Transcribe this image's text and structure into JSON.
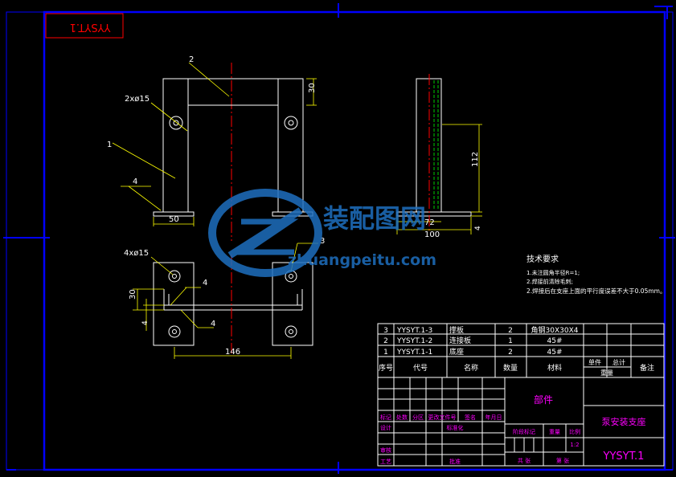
{
  "colors": {
    "background": "#000000",
    "border": "#0000ff",
    "outline": "#ffffff",
    "dimension": "#ffff00",
    "center_line": "#ff0000",
    "hidden_line": "#00ff00",
    "table_text": "#ff00ff",
    "watermark": "#1e6fbf"
  },
  "corner_tag": "YYSYT.1",
  "watermark": {
    "brand": "装配图网",
    "url": "zhuangpeitu.com"
  },
  "front_view": {
    "callouts": [
      "2",
      "2xø15",
      "1",
      "4"
    ],
    "dims": {
      "height": "30",
      "width": "50"
    }
  },
  "side_view": {
    "dims": {
      "height": "112",
      "flange": "72",
      "base": "100",
      "thick": "4"
    }
  },
  "top_view": {
    "callouts": [
      "4xø15",
      "4",
      "3",
      "4"
    ],
    "dims": {
      "height": "30",
      "thick": "4",
      "length": "146"
    }
  },
  "tech_req": {
    "title": "技术要求",
    "lines": [
      "1.未注圆角半径R=1;",
      "2.焊接前清除毛刺;",
      "2.焊接后在支座上面的平行度误差不大于0.05mm。"
    ]
  },
  "bom": {
    "rows": [
      {
        "no": "3",
        "code": "YYSYT.1-3",
        "name": "撑板",
        "qty": "2",
        "material": "角钢30X30X4"
      },
      {
        "no": "2",
        "code": "YYSYT.1-2",
        "name": "连接板",
        "qty": "1",
        "material": "45#"
      },
      {
        "no": "1",
        "code": "YYSYT.1-1",
        "name": "底座",
        "qty": "2",
        "material": "45#"
      }
    ],
    "headers": {
      "no": "序号",
      "code": "代号",
      "name": "名称",
      "qty": "数量",
      "material": "材料",
      "unit": "单件",
      "total": "总计",
      "weight": "重量",
      "remark": "备注"
    }
  },
  "title_block": {
    "part_label": "部件",
    "drawing_name": "泵安装支座",
    "drawing_code": "YYSYT.1",
    "rev_headers": [
      "标记",
      "处数",
      "分区",
      "更改文件号",
      "签名",
      "年月日"
    ],
    "roles": [
      "设计",
      "审核",
      "工艺"
    ],
    "std_label": "标准化",
    "approve_label": "批准",
    "stage_label": "阶段标记",
    "weight_label": "重量",
    "scale_label": "比例",
    "scale_value": "1:2",
    "sheets_label": "共  张",
    "sheet_label": "第  张"
  }
}
